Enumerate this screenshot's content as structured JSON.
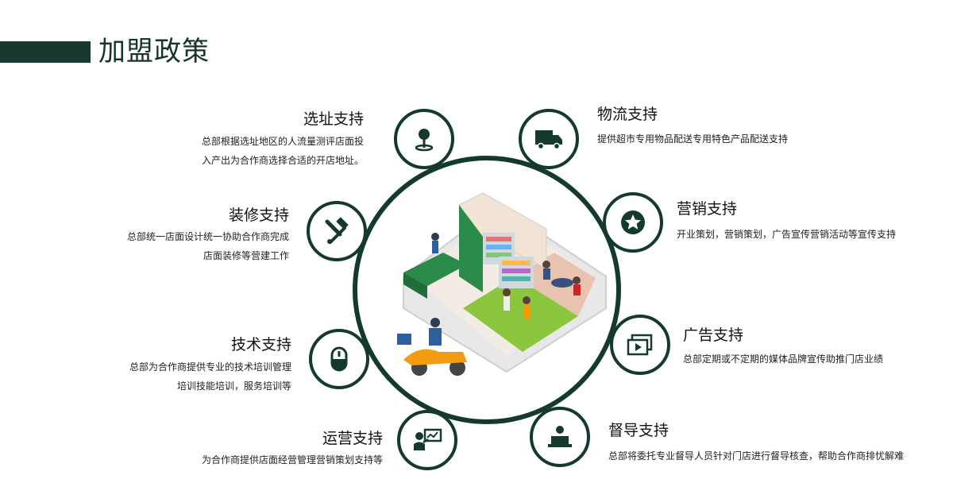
{
  "page_title": "加盟政策",
  "features": {
    "site": {
      "title": "选址支持",
      "desc1": "总部根据选址地区的人流量测评店面投",
      "desc2": "入产出为合作商选择合适的开店地址。",
      "icon": "location-pin-icon"
    },
    "decor": {
      "title": "装修支持",
      "desc1": "总部统一店面设计统一协助合作商完成",
      "desc2": "店面装修等营建工作",
      "icon": "hammer-wrench-icon"
    },
    "tech": {
      "title": "技术支持",
      "desc1": "总部为合作商提供专业的技术培训管理",
      "desc2": "培训技能培训，服务培训等",
      "icon": "mouse-icon"
    },
    "ops": {
      "title": "运营支持",
      "desc1": "为合作商提供店面经营管理营销策划支持等",
      "icon": "presenter-icon"
    },
    "logistics": {
      "title": "物流支持",
      "desc1": "提供超市专用物品配送专用特色产品配送支持",
      "icon": "truck-icon"
    },
    "marketing": {
      "title": "营销支持",
      "desc1": "开业策划，营销策划，广告宣传营销活动等宣传支持",
      "icon": "star-icon"
    },
    "ads": {
      "title": "广告支持",
      "desc1": "总部定期或不定期的媒体品牌宣传助推门店业绩",
      "icon": "media-play-icon"
    },
    "supervise": {
      "title": "督导支持",
      "desc1": "总部将委托专业督导人员针对门店进行督导核查，帮助合作商排忧解难",
      "icon": "laptop-user-icon"
    }
  },
  "colors": {
    "primary": "#143a2b",
    "accent_green": "#1f6e3a"
  }
}
